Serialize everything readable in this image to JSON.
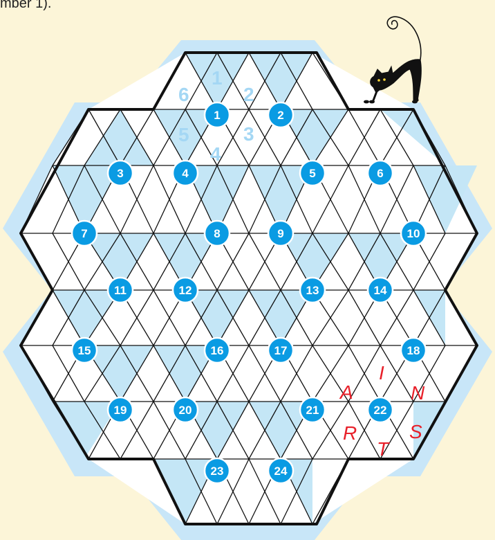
{
  "intro_text": "mber 1).",
  "colors": {
    "background": "#FCF5D8",
    "board_rim": "#C8E6F8",
    "grid_line": "#111111",
    "shaded_triangle": "#C4E6F6",
    "marker_fill": "#0A9BE3",
    "marker_text": "#FFFFFF",
    "example_digit": "#A4D7F4",
    "example_letter": "#E8202A"
  },
  "markers": [
    {
      "label": "1"
    },
    {
      "label": "2"
    },
    {
      "label": "3"
    },
    {
      "label": "4"
    },
    {
      "label": "5"
    },
    {
      "label": "6"
    },
    {
      "label": "7"
    },
    {
      "label": "8"
    },
    {
      "label": "9"
    },
    {
      "label": "10"
    },
    {
      "label": "11"
    },
    {
      "label": "12"
    },
    {
      "label": "13"
    },
    {
      "label": "14"
    },
    {
      "label": "15"
    },
    {
      "label": "16"
    },
    {
      "label": "17"
    },
    {
      "label": "18"
    },
    {
      "label": "19"
    },
    {
      "label": "20"
    },
    {
      "label": "21"
    },
    {
      "label": "22"
    },
    {
      "label": "23"
    },
    {
      "label": "24"
    }
  ],
  "example_digits": [
    "1",
    "2",
    "3",
    "4",
    "5",
    "6"
  ],
  "example_letters": [
    "I",
    "N",
    "S",
    "T",
    "R",
    "A"
  ],
  "decoration": "cat-illustration"
}
